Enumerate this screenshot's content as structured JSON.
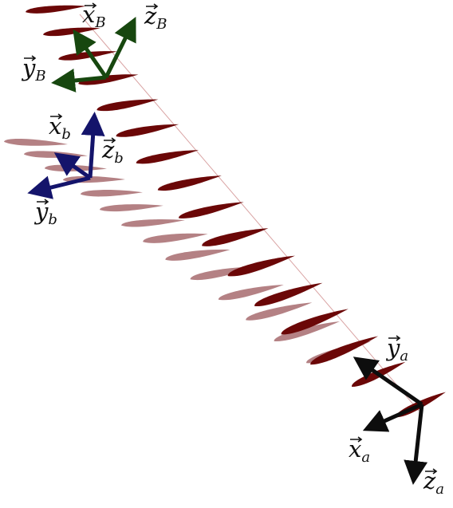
{
  "colors": {
    "background": "#ffffff",
    "airfoil_dark": "#6b0707",
    "airfoil_light": "#b48184",
    "spanline": "#d9a3a3",
    "frame_B": "#17470f",
    "frame_b": "#14146b",
    "frame_a": "#0d0d0d"
  },
  "frames": [
    {
      "id": "B",
      "color_key": "frame_B",
      "axes": [
        {
          "base": "x",
          "sub": "B"
        },
        {
          "base": "y",
          "sub": "B"
        },
        {
          "base": "z",
          "sub": "B"
        }
      ]
    },
    {
      "id": "b",
      "color_key": "frame_b",
      "axes": [
        {
          "base": "x",
          "sub": "b"
        },
        {
          "base": "y",
          "sub": "b"
        },
        {
          "base": "z",
          "sub": "b"
        }
      ]
    },
    {
      "id": "a",
      "color_key": "frame_a",
      "axes": [
        {
          "base": "x",
          "sub": "a"
        },
        {
          "base": "y",
          "sub": "a"
        },
        {
          "base": "z",
          "sub": "a"
        }
      ]
    }
  ]
}
